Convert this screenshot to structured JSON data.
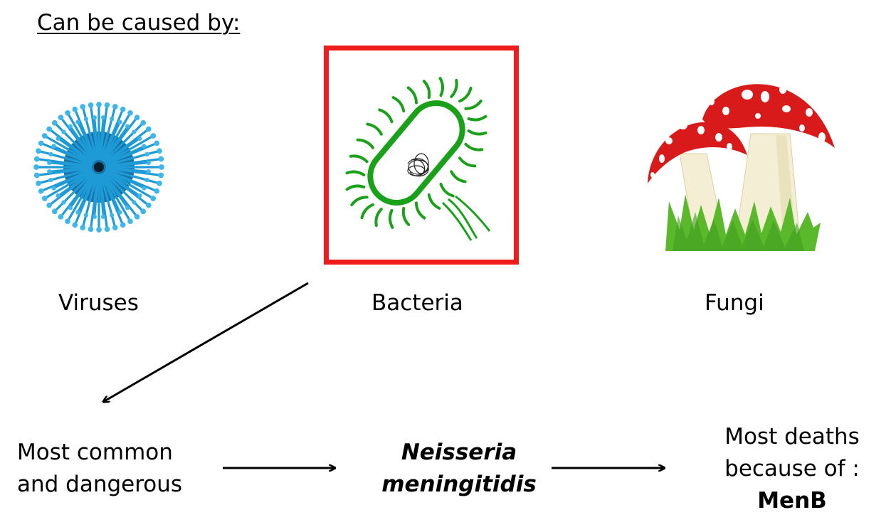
{
  "heading": "Can be caused by:",
  "pathogens": [
    {
      "label": "Viruses",
      "icon": "virus-icon"
    },
    {
      "label": "Bacteria",
      "icon": "bacterium-icon"
    },
    {
      "label": "Fungi",
      "icon": "mushroom-icon"
    }
  ],
  "flow": {
    "step1": {
      "line1": "Most common",
      "line2": "and dangerous"
    },
    "step2": {
      "line1": "Neisseria",
      "line2": "meningitidis"
    },
    "step3": {
      "line1": "Most deaths",
      "line2": "because of :",
      "line3": "MenB"
    }
  },
  "colors": {
    "highlight": "#ee1c1c",
    "virus": "#1e9bd6",
    "bacteria": "#1aa11a",
    "mushroom_cap": "#d81a1a",
    "grass": "#5ab82b"
  }
}
